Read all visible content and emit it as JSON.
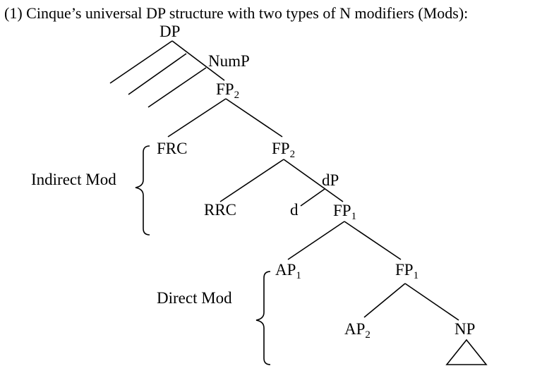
{
  "caption": "(1)  Cinque’s universal DP structure with two types of N modifiers (Mods):",
  "nodes": {
    "dp": "DP",
    "nump": "NumP",
    "fp2_top": {
      "base": "FP",
      "sub": "2"
    },
    "frc": "FRC",
    "fp2_mid": {
      "base": "FP",
      "sub": "2"
    },
    "rrc": "RRC",
    "dp_lower": "dP",
    "d": "d",
    "fp1_top": {
      "base": "FP",
      "sub": "1"
    },
    "ap1": {
      "base": "AP",
      "sub": "1"
    },
    "fp1_low": {
      "base": "FP",
      "sub": "1"
    },
    "ap2": {
      "base": "AP",
      "sub": "2"
    },
    "np": "NP"
  },
  "brackets": {
    "indirect": "Indirect Mod",
    "direct": "Direct Mod"
  }
}
